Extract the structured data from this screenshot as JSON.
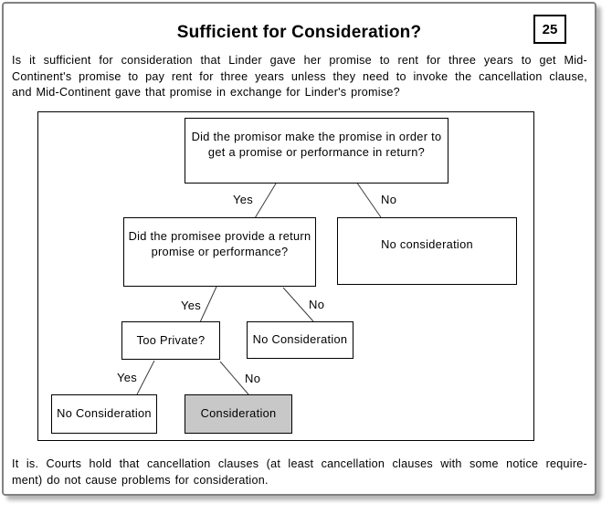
{
  "slide": {
    "title": "Sufficient for Consideration?",
    "slide_number": "25",
    "intro_lines": [
      "Is it sufficient for consideration that Linder gave her promise to rent for three years to get Mid-",
      "Continent's promise to pay rent for three years unless they need to invoke the cancellation clause,",
      "and Mid-Continent gave that promise in exchange for Linder's promise?"
    ],
    "footer_lines": [
      "It is. Courts hold that cancellation clauses (at least cancellation clauses with some notice require-",
      "ment) do not cause problems for consideration."
    ]
  },
  "flowchart": {
    "nodes": {
      "promisor_question": {
        "lines": [
          "Did the promisor make the promise in order to",
          "get a promise or performance in return?"
        ]
      },
      "promisee_question": {
        "lines": [
          "Did the promisee provide a return",
          "promise or performance?"
        ]
      },
      "no_consideration_right": {
        "label": "No consideration"
      },
      "too_private_question": {
        "label": "Too Private?"
      },
      "no_consideration_mid": {
        "label": "No Consideration"
      },
      "no_consideration_left": {
        "label": "No Consideration"
      },
      "consideration_result": {
        "label": "Consideration",
        "highlighted": true
      }
    },
    "branch_labels": {
      "promisor_yes": "Yes",
      "promisor_no": "No",
      "promisee_yes": "Yes",
      "promisee_no": "No",
      "too_private_yes": "Yes",
      "too_private_no": "No"
    }
  },
  "colors": {
    "highlight_fill": "#c8c8c8",
    "box_border": "#000000",
    "page_border": "#828282",
    "line_stroke": "#3c3c3c",
    "shadow": "#b6b6b6"
  }
}
